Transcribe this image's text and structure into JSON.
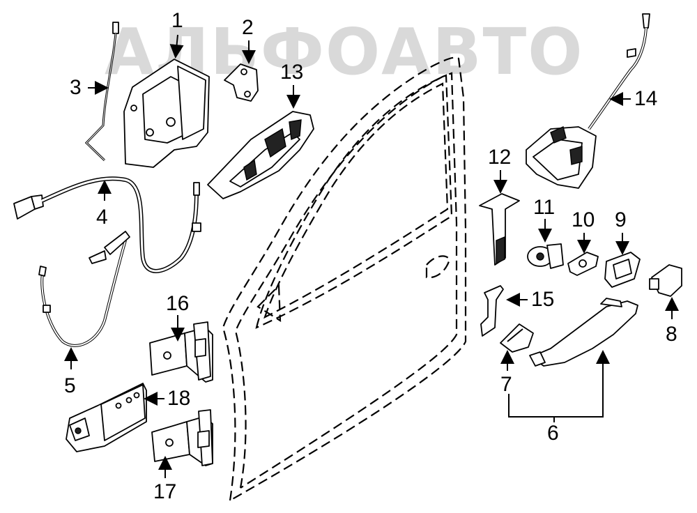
{
  "watermark": "АЛЬФОАВТО",
  "callouts": [
    {
      "id": "1",
      "text": "1"
    },
    {
      "id": "2",
      "text": "2"
    },
    {
      "id": "3",
      "text": "3"
    },
    {
      "id": "4",
      "text": "4"
    },
    {
      "id": "5",
      "text": "5"
    },
    {
      "id": "6",
      "text": "6"
    },
    {
      "id": "7",
      "text": "7"
    },
    {
      "id": "8",
      "text": "8"
    },
    {
      "id": "9",
      "text": "9"
    },
    {
      "id": "10",
      "text": "10"
    },
    {
      "id": "11",
      "text": "11"
    },
    {
      "id": "12",
      "text": "12"
    },
    {
      "id": "13",
      "text": "13"
    },
    {
      "id": "14",
      "text": "14"
    },
    {
      "id": "15",
      "text": "15"
    },
    {
      "id": "16",
      "text": "16"
    },
    {
      "id": "17",
      "text": "17"
    },
    {
      "id": "18",
      "text": "18"
    }
  ]
}
